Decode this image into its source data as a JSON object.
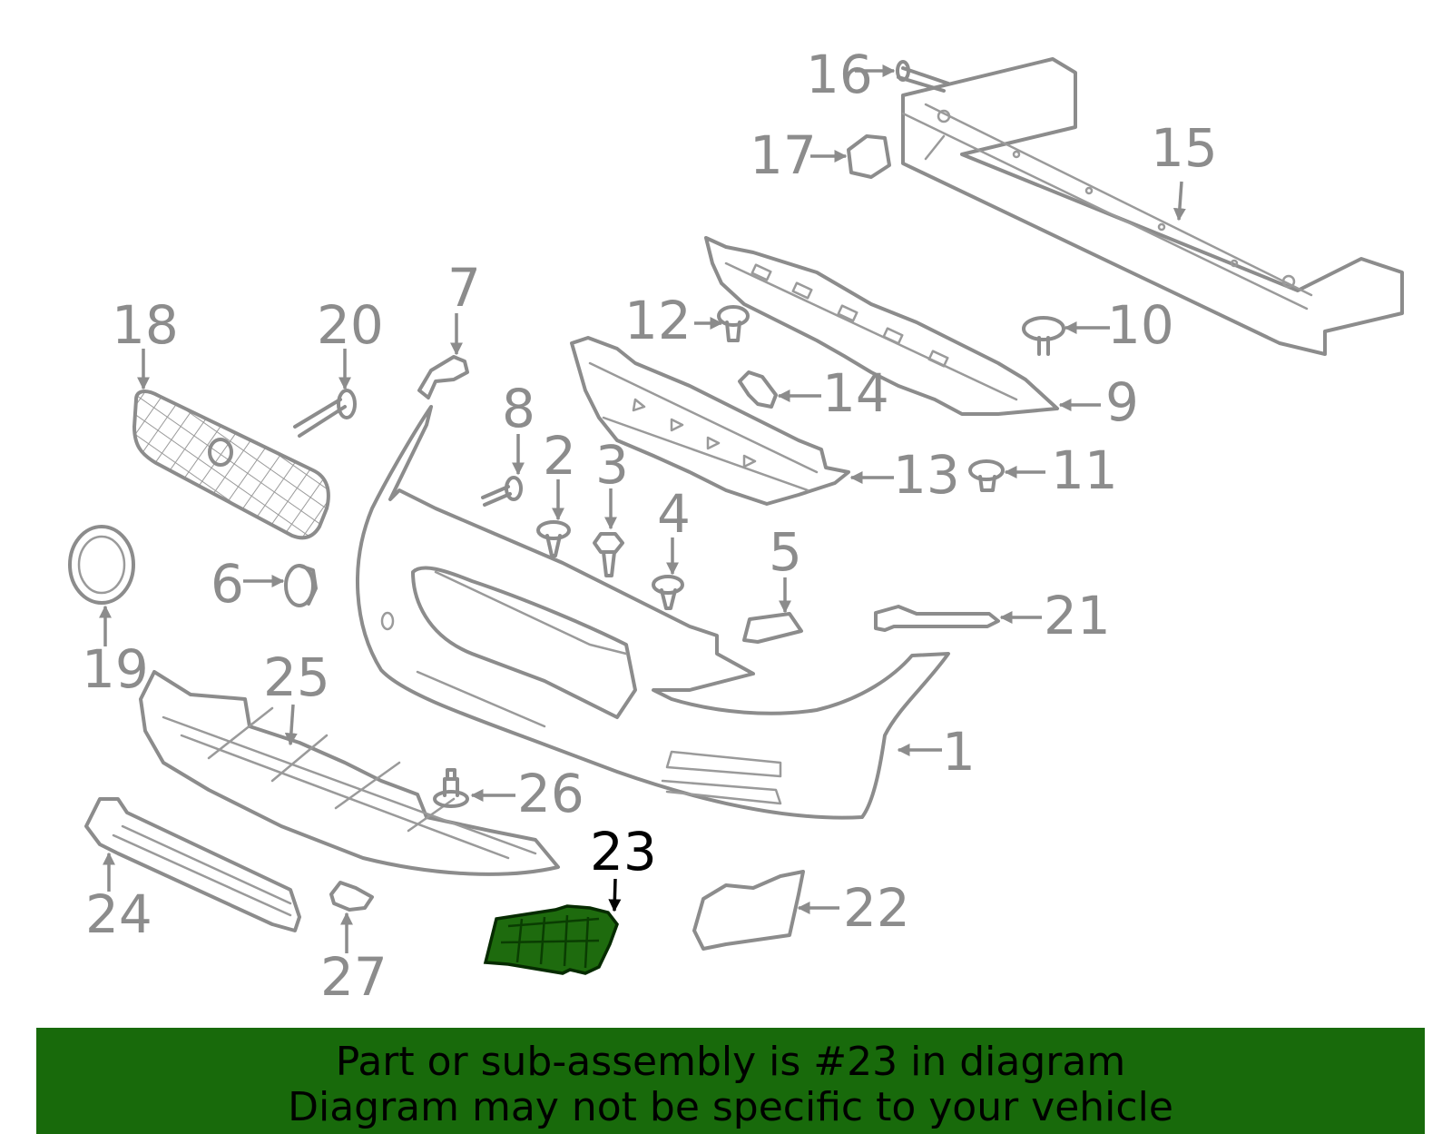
{
  "diagram": {
    "callouts": [
      "1",
      "2",
      "3",
      "4",
      "5",
      "6",
      "7",
      "8",
      "9",
      "10",
      "11",
      "12",
      "13",
      "14",
      "15",
      "16",
      "17",
      "18",
      "19",
      "20",
      "21",
      "22",
      "23",
      "24",
      "25",
      "26",
      "27"
    ],
    "highlighted_callout": "23",
    "highlight_color": "#1e6b0e",
    "line_color": "#8c8c8c"
  },
  "banner": {
    "line1": "Part or sub-assembly is #23 in diagram",
    "line2": "Diagram may not be specific to your vehicle",
    "background": "#186a0b"
  }
}
